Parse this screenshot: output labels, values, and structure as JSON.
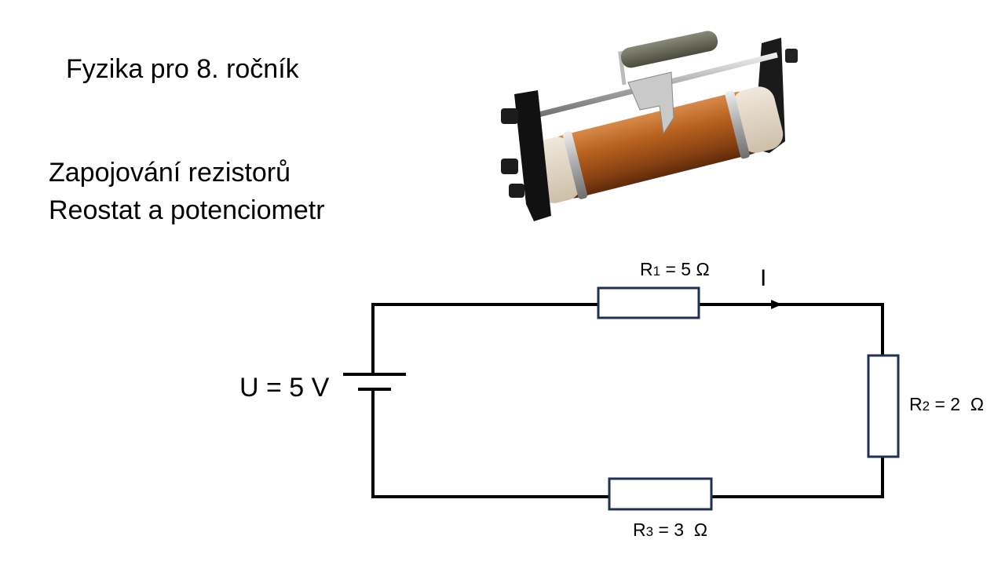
{
  "slide": {
    "title": "Fyzika pro 8. ročník",
    "subtitle_lines": [
      "Zapojování rezistorů",
      "Reostat a potenciometr"
    ],
    "photo_subject": "rheostat (sliding resistor with copper coil)"
  },
  "circuit": {
    "source": {
      "label": "U = 5 V",
      "quantity": "U",
      "value": 5,
      "unit": "V"
    },
    "current": {
      "label": "I",
      "direction": "clockwise"
    },
    "resistors": [
      {
        "name": "R",
        "index": "1",
        "value_text": " = 5 Ω",
        "value": 5,
        "unit": "Ω",
        "position": "top"
      },
      {
        "name": "R",
        "index": "2",
        "value_text": " = 2  Ω",
        "value": 2,
        "unit": "Ω",
        "position": "right"
      },
      {
        "name": "R",
        "index": "3",
        "value_text": " = 3  Ω",
        "value": 3,
        "unit": "Ω",
        "position": "bottom"
      }
    ],
    "colors": {
      "wire": "#000000",
      "resistor_border": "#1f3152",
      "resistor_fill": "#ffffff"
    }
  }
}
